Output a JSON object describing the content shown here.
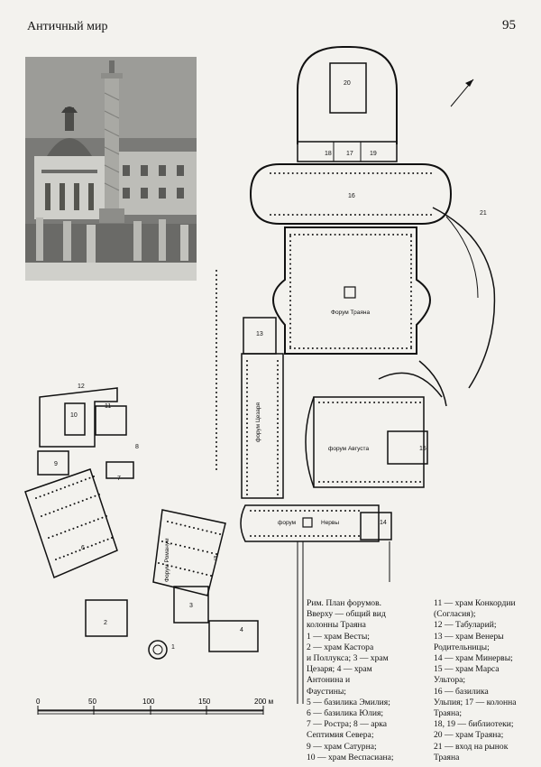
{
  "header": {
    "title": "Античный мир",
    "page_number": "95"
  },
  "plan_labels": {
    "forum_trajan": "Форум Траяна",
    "forum_augustus": "форум Августа",
    "forum_caesar": "форум Цезаря",
    "forum_nerva_a": "форум",
    "forum_nerva_b": "Нервы",
    "forum_romanum": "Форум Романум",
    "numbers": [
      "20",
      "18",
      "17",
      "19",
      "16",
      "21",
      "13",
      "12",
      "10",
      "11",
      "9",
      "8",
      "7",
      "15",
      "14",
      "6",
      "5",
      "2",
      "3",
      "4",
      "1"
    ]
  },
  "scale": {
    "ticks": [
      "0",
      "50",
      "100",
      "150",
      "200 м"
    ]
  },
  "caption": {
    "left_lines": [
      "Рим. План форумов.",
      "Вверху — общий вид",
      "колонны Траяна",
      "1 — храм Весты;",
      "2 — храм Кастора",
      "и Поллукса; 3 — храм",
      "Цезаря; 4 — храм",
      "Антонина и",
      "Фаустины;",
      "5 — базилика Эмилия;",
      "6 — базилика Юлия;",
      "7 — Ростра; 8 — арка",
      "Септимия Севера;",
      "9 — храм Сатурна;",
      "10 — храм Веспасиана;"
    ],
    "right_lines": [
      "11 — храм Конкордии",
      "(Согласия);",
      "12 — Табуларий;",
      "13 — храм Венеры",
      "Родительницы;",
      "14 — храм Минервы;",
      "15 — храм Марса",
      "Ультора;",
      "16 — базилика",
      "Ульпия; 17 — колонна",
      "Траяна;",
      "18, 19 — библиотеки;",
      "20 — храм Траяна;",
      "21 — вход на рынок",
      "Траяна"
    ]
  }
}
